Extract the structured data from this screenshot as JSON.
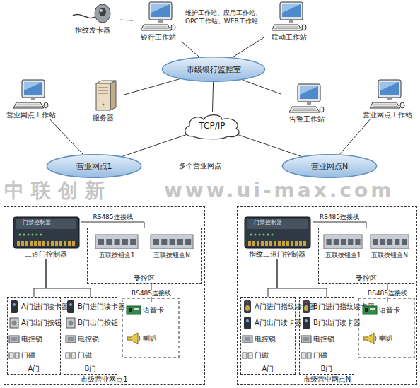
{
  "diagram": {
    "nodes": [
      {
        "text": [
          "指纹发卡器"
        ]
      },
      {
        "text": [
          "银行工作站"
        ]
      },
      {
        "text": [
          "联动工作站"
        ]
      },
      {
        "text": [
          "市级银行监控室"
        ]
      },
      {
        "text": [
          "服务器"
        ]
      },
      {
        "text": [
          "营业网点工作站"
        ]
      },
      {
        "text": [
          "TCP/IP"
        ]
      },
      {
        "text": [
          "告警工作站"
        ]
      },
      {
        "text": [
          "营业网点工作站"
        ]
      },
      {
        "text": [
          "营业网点1"
        ]
      },
      {
        "text": [
          "营业网点N"
        ]
      },
      {
        "text": [
          "市级营业网点1"
        ]
      },
      {
        "text": [
          "二道门控制器"
        ],
        "in": 11
      },
      {
        "text": [
          "受控区"
        ],
        "in": 11
      },
      {
        "text": [
          "五联按钮盒1"
        ],
        "in": 13
      },
      {
        "text": [
          "五联按钮盒N"
        ],
        "in": 13
      },
      {
        "text": [
          "A门"
        ],
        "in": 11
      },
      {
        "text": [
          "A门进门读卡器"
        ],
        "in": 16
      },
      {
        "text": [
          "A门出门按钮"
        ],
        "in": 16
      },
      {
        "text": [
          "电控锁"
        ],
        "in": 16
      },
      {
        "text": [
          "门磁"
        ],
        "in": 16
      },
      {
        "text": [
          "B门"
        ],
        "in": 11
      },
      {
        "text": [
          "B门进门读卡器"
        ],
        "in": 21
      },
      {
        "text": [
          "B门出门按钮"
        ],
        "in": 21
      },
      {
        "text": [
          "电控锁"
        ],
        "in": 21
      },
      {
        "text": [
          "门磁"
        ],
        "in": 21
      },
      {
        "text": [
          "语音卡"
        ],
        "in": 11
      },
      {
        "text": [
          "喇叭"
        ],
        "in": 11
      },
      {
        "text": [
          "市级营业网点N"
        ]
      },
      {
        "text": [
          "指纹二道门控制器"
        ],
        "in": 28
      },
      {
        "text": [
          "受控区"
        ],
        "in": 28
      },
      {
        "text": [
          "五联按钮盒1"
        ],
        "in": 30
      },
      {
        "text": [
          "五联按钮盒N"
        ],
        "in": 30
      },
      {
        "text": [
          "A门"
        ],
        "in": 28
      },
      {
        "text": [
          "A门进门指纹读卡器"
        ],
        "in": 33
      },
      {
        "text": [
          "A门出门读卡器"
        ],
        "in": 33
      },
      {
        "text": [
          "电控锁"
        ],
        "in": 33
      },
      {
        "text": [
          "门磁"
        ],
        "in": 33
      },
      {
        "text": [
          "B门"
        ],
        "in": 28
      },
      {
        "text": [
          "B门进门指纹读卡器"
        ],
        "in": 38
      },
      {
        "text": [
          "B门出门读卡器"
        ],
        "in": 38
      },
      {
        "text": [
          "电控锁"
        ],
        "in": 38
      },
      {
        "text": [
          "门磁"
        ],
        "in": 38
      },
      {
        "text": [
          "语音卡"
        ],
        "in": 28
      },
      {
        "text": [
          "喇叭"
        ],
        "in": 28
      }
    ],
    "edges": [
      {
        "from": 0,
        "to": 1,
        "arrow": "none"
      },
      {
        "from": 3,
        "to": 1,
        "arrow": "none"
      },
      {
        "from": 3,
        "to": 2,
        "arrow": "none"
      },
      {
        "from": 3,
        "to": 4,
        "arrow": "none"
      },
      {
        "from": 3,
        "to": 7,
        "arrow": "none"
      },
      {
        "from": 3,
        "to": 6,
        "arrow": "none"
      },
      {
        "from": 6,
        "to": 9,
        "arrow": "none"
      },
      {
        "from": 6,
        "to": 10,
        "arrow": "none"
      },
      {
        "from": 9,
        "to": 5,
        "arrow": "none"
      },
      {
        "from": 10,
        "to": 8,
        "arrow": "none"
      },
      {
        "from": 12,
        "to": 13,
        "label": "RS485连接线",
        "arrow": "none"
      },
      {
        "from": 12,
        "to": 16,
        "arrow": "none"
      },
      {
        "from": 12,
        "to": 21,
        "arrow": "none"
      },
      {
        "from": 13,
        "to": 26,
        "label": "RS485连接线",
        "arrow": "none"
      },
      {
        "from": 29,
        "to": 30,
        "label": "RS485连接线",
        "arrow": "none"
      },
      {
        "from": 29,
        "to": 33,
        "arrow": "none"
      },
      {
        "from": 29,
        "to": 38,
        "arrow": "none"
      },
      {
        "from": 30,
        "to": 43,
        "label": "RS485连接线",
        "arrow": "none"
      }
    ],
    "labels": [
      "维护工作站、应用工作站、 OPC工作站、WEB工作站...",
      "多个营业网点",
      "中联创新",
      "www.ui-max.com",
      "门禁控制器",
      "门禁控制器"
    ]
  }
}
